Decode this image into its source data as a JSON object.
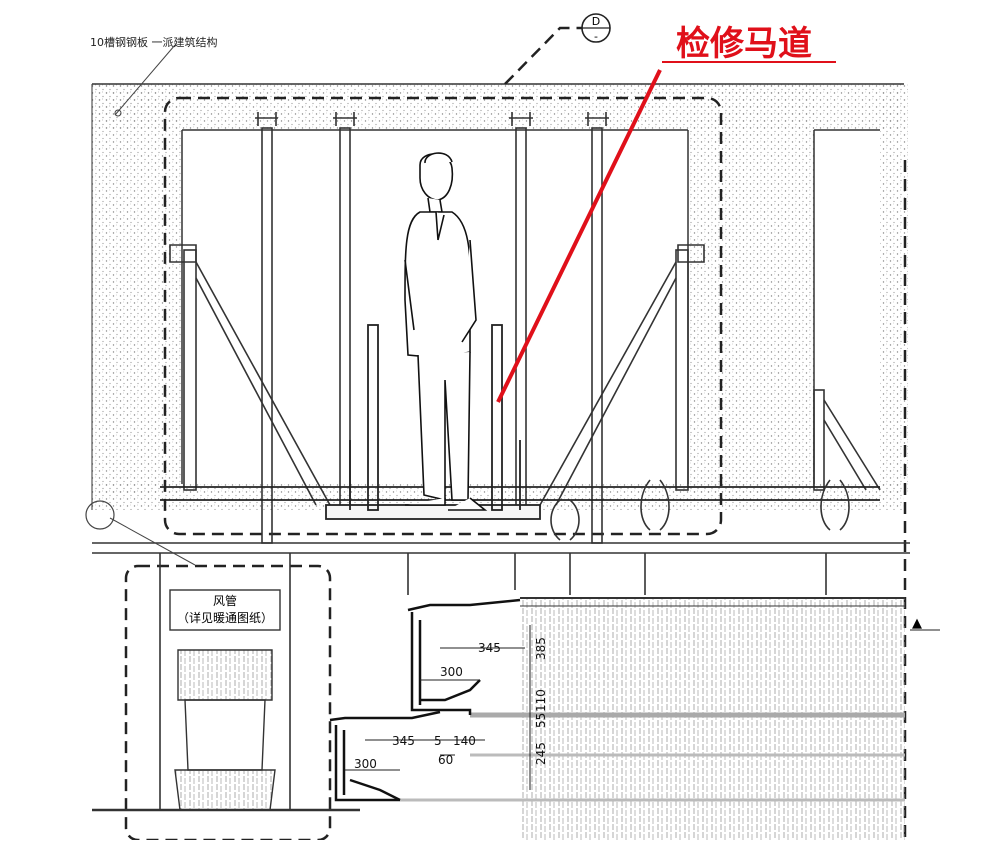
{
  "callout": {
    "label": "检修马道",
    "color": "#e0101a"
  },
  "notes": {
    "top_left": "10槽钢钢板 一派建筑结构",
    "duct_title": "风管",
    "duct_sub": "（详见暖通图纸）"
  },
  "section_marker": {
    "top": "D",
    "bottom": "-"
  },
  "level_marker": "▲",
  "dimensions": {
    "d345a": "345",
    "d300a": "300",
    "d385": "385",
    "d110": "110",
    "d55": "55",
    "d245": "245",
    "d345b": "345",
    "d5": "5",
    "d140": "140",
    "d60": "60",
    "d300b": "300"
  }
}
